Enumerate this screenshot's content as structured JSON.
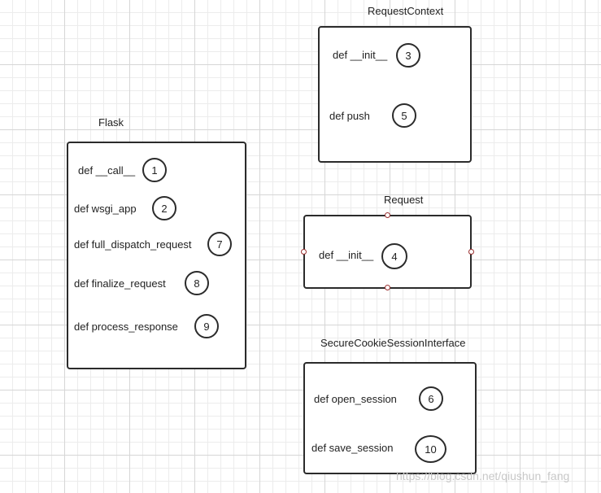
{
  "classes": {
    "request_context": {
      "title": "RequestContext",
      "methods": [
        {
          "name": "def __init__",
          "step": "3"
        },
        {
          "name": "def push",
          "step": "5"
        }
      ]
    },
    "flask": {
      "title": "Flask",
      "methods": [
        {
          "name": "def __call__",
          "step": "1"
        },
        {
          "name": "def wsgi_app",
          "step": "2"
        },
        {
          "name": "def  full_dispatch_request",
          "step": "7"
        },
        {
          "name": "def finalize_request",
          "step": "8"
        },
        {
          "name": "def process_response",
          "step": "9"
        }
      ]
    },
    "request": {
      "title": "Request",
      "methods": [
        {
          "name": "def __init__",
          "step": "4"
        }
      ]
    },
    "session_interface": {
      "title": "SecureCookieSessionInterface",
      "methods": [
        {
          "name": "def open_session",
          "step": "6"
        },
        {
          "name": "def save_session",
          "step": "10"
        }
      ]
    }
  },
  "watermark": "https://blog.csdn.net/qiushun_fang",
  "colors": {
    "stroke": "#2b2b2b",
    "handle": "#9b3030",
    "grid": "#d6d6d6",
    "watermark": "#c8c8c8"
  }
}
